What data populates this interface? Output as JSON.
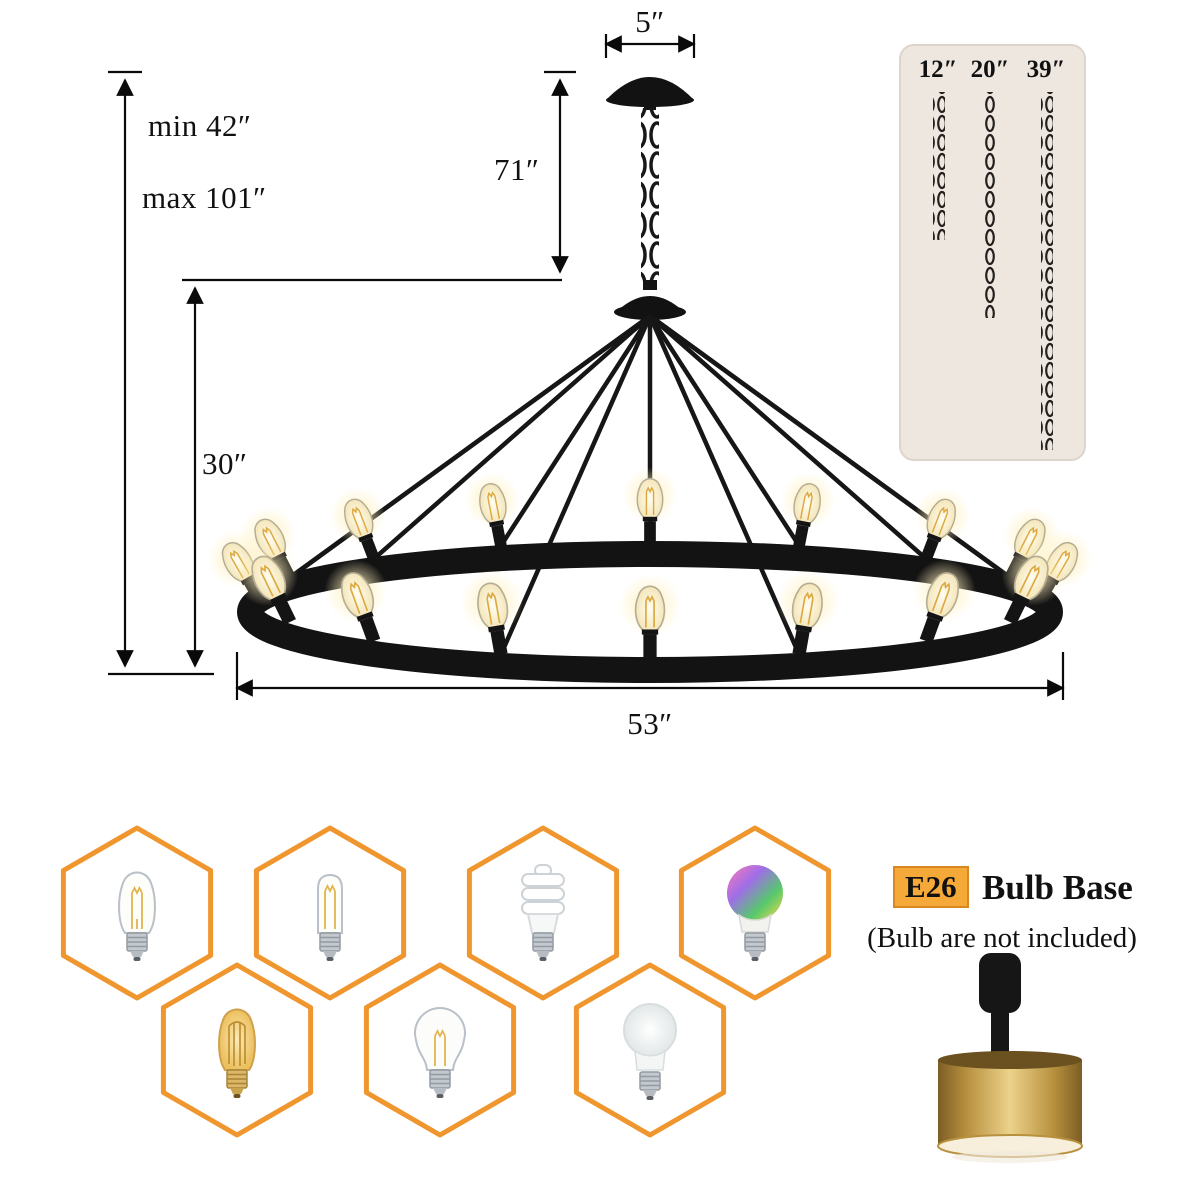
{
  "dimensions": {
    "canopy_width": "5″",
    "chain_drop": "71″",
    "min_height": "min 42″",
    "max_height": "max 101″",
    "body_height": "30″",
    "diameter": "53″"
  },
  "chain_panel": {
    "options": [
      {
        "label": "12″"
      },
      {
        "label": "20″"
      },
      {
        "label": "39″"
      }
    ]
  },
  "bulb_section": {
    "base_badge": "E26",
    "base_title": "Bulb Base",
    "note": "(Bulb are not included)",
    "bulb_icons": [
      "edison-st64-clear-bulb-icon",
      "tubular-t45-bulb-icon",
      "cfl-spiral-bulb-icon",
      "smart-rgb-bulb-icon",
      "edison-st64-amber-bulb-icon",
      "incandescent-a19-bulb-icon",
      "led-a19-bulb-icon"
    ]
  },
  "colors": {
    "hex_outline": "#F0962F",
    "badge_bg": "#F4A938",
    "panel_bg": "#EDE7E0",
    "gold_shade": "#C9A24C"
  }
}
